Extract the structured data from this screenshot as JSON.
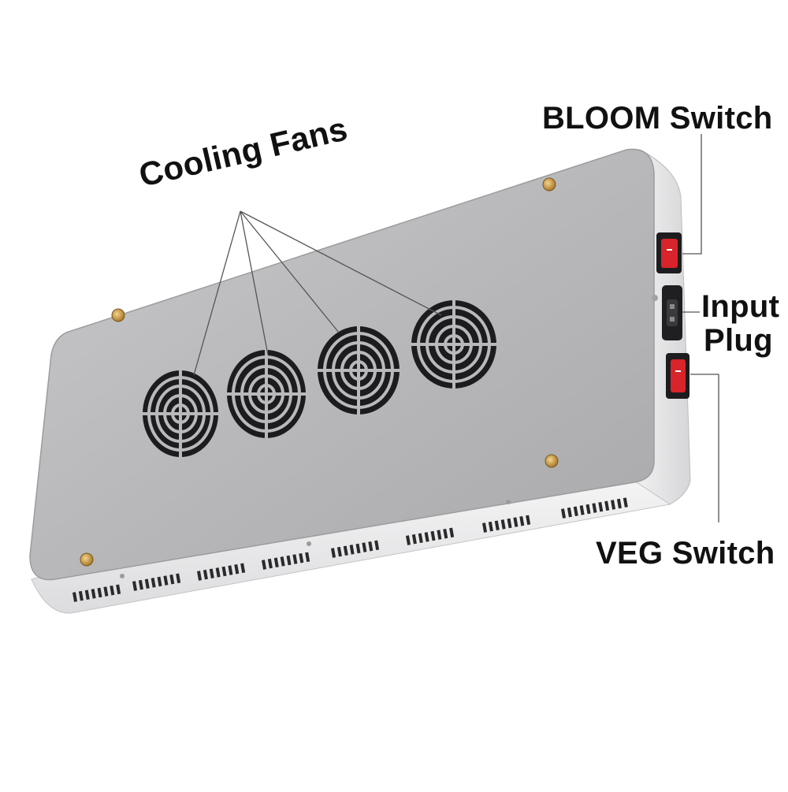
{
  "product_photo": {
    "subject": "led-grow-light-panel-back-view",
    "panel_color": "#b9b9bb",
    "side_color": "#e6e6e8",
    "switch_color": "#d8242a",
    "screw_color": "#c89a3a",
    "fan_count": 4
  },
  "callouts": {
    "cooling_fans": "Cooling Fans",
    "bloom_switch": "BLOOM Switch",
    "input_plug_line1": "Input",
    "input_plug_line2": "Plug",
    "veg_switch": "VEG Switch"
  }
}
